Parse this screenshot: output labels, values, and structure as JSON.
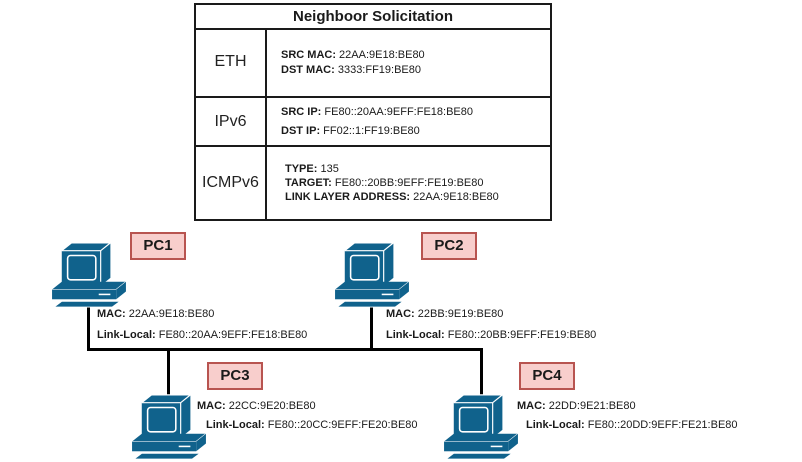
{
  "packet": {
    "title": "Neighboor Solicitation",
    "rows": [
      {
        "layer": "ETH",
        "fields": [
          {
            "key": "SRC MAC:",
            "value": " 22AA:9E18:BE80"
          },
          {
            "key": "DST MAC:",
            "value": " 3333:FF19:BE80"
          }
        ]
      },
      {
        "layer": "IPv6",
        "fields": [
          {
            "key": "SRC IP:",
            "value": " FE80::20AA:9EFF:FE18:BE80"
          },
          {
            "key": "DST IP:",
            "value": " FF02::1:FF19:BE80"
          }
        ]
      },
      {
        "layer": "ICMPv6",
        "fields": [
          {
            "key": "TYPE:",
            "value": " 135"
          },
          {
            "key": "TARGET:",
            "value": " FE80::20BB:9EFF:FE19:BE80"
          },
          {
            "key": "LINK LAYER ADDRESS:",
            "value": " 22AA:9E18:BE80"
          }
        ]
      }
    ]
  },
  "hosts": [
    {
      "name": "PC1",
      "mac_label": "MAC:",
      "mac": " 22AA:9E18:BE80",
      "ll_label": "Link-Local:",
      "ll": " FE80::20AA:9EFF:FE18:BE80",
      "icon": "desktop-computer-icon"
    },
    {
      "name": "PC2",
      "mac_label": "MAC:",
      "mac": " 22BB:9E19:BE80",
      "ll_label": "Link-Local:",
      "ll": " FE80::20BB:9EFF:FE19:BE80",
      "icon": "desktop-computer-icon"
    },
    {
      "name": "PC3",
      "mac_label": "MAC:",
      "mac": " 22CC:9E20:BE80",
      "ll_label": "Link-Local:",
      "ll": " FE80::20CC:9EFF:FE20:BE80",
      "icon": "desktop-computer-icon"
    },
    {
      "name": "PC4",
      "mac_label": "MAC:",
      "mac": " 22DD:9E21:BE80",
      "ll_label": "Link-Local:",
      "ll": " FE80::20DD:9EFF:FE21:BE80",
      "icon": "desktop-computer-icon"
    }
  ],
  "colors": {
    "pc_icon": "#10628c",
    "label_fill": "#f8cecc",
    "label_border": "#b85450",
    "wire": "#000000"
  }
}
